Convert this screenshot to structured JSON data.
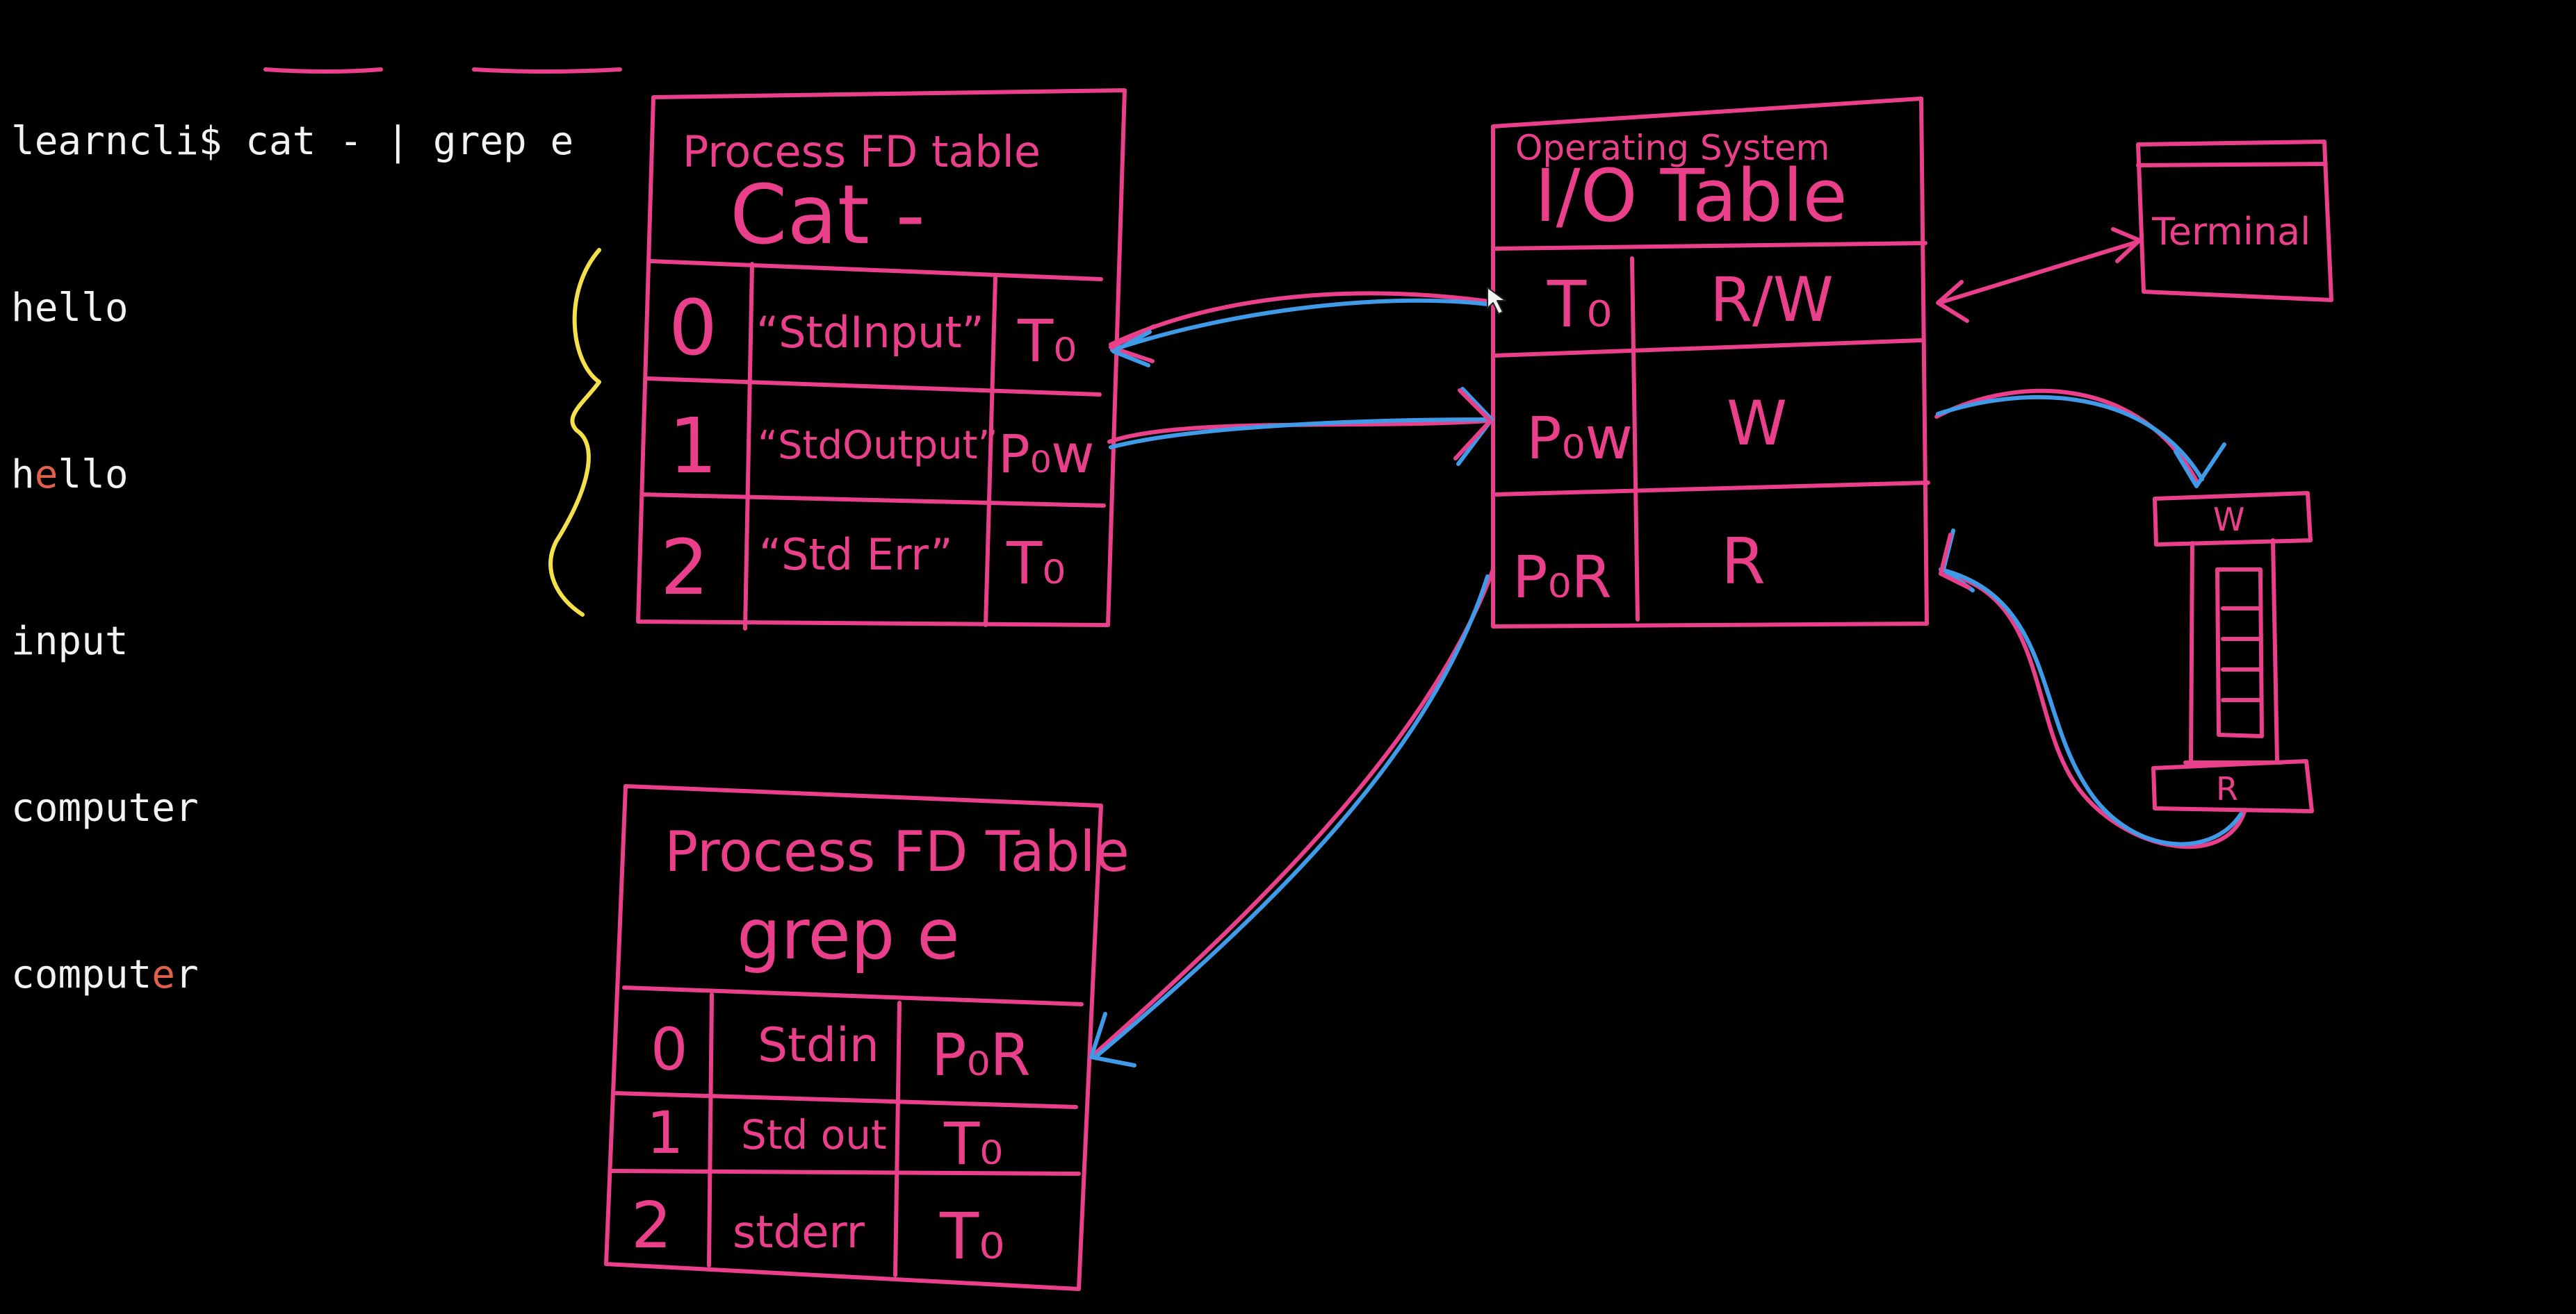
{
  "terminal": {
    "prompt": "learncli$ ",
    "command_part1": "cat -",
    "command_sep": " | ",
    "command_part2": "grep e",
    "output": [
      {
        "pre": "hello",
        "hl": "",
        "post": ""
      },
      {
        "pre": "h",
        "hl": "e",
        "post": "llo"
      },
      {
        "pre": "input",
        "hl": "",
        "post": ""
      },
      {
        "pre": "computer",
        "hl": "",
        "post": ""
      },
      {
        "pre": "comput",
        "hl": "e",
        "post": "r"
      }
    ]
  },
  "cat_table": {
    "header": "Process FD table",
    "process": "Cat -",
    "rows": [
      {
        "fd": "0",
        "name": "“StdInput”",
        "ref": "T₀"
      },
      {
        "fd": "1",
        "name": "“StdOutput”",
        "ref": "P₀w"
      },
      {
        "fd": "2",
        "name": "“Std Err”",
        "ref": "T₀"
      }
    ]
  },
  "os_table": {
    "header": "Operating System",
    "title": "I/O Table",
    "rows": [
      {
        "id": "T₀",
        "mode": "R/W"
      },
      {
        "id": "P₀w",
        "mode": "W"
      },
      {
        "id": "P₀R",
        "mode": "R"
      }
    ]
  },
  "terminal_box": {
    "label": "Terminal"
  },
  "pipe": {
    "write_label": "W",
    "read_label": "R"
  },
  "grep_table": {
    "header": "Process FD Table",
    "process": "grep e",
    "rows": [
      {
        "fd": "0",
        "name": "Stdin",
        "ref": "P₀R"
      },
      {
        "fd": "1",
        "name": "Std out",
        "ref": "T₀"
      },
      {
        "fd": "2",
        "name": "stderr",
        "ref": "T₀"
      }
    ]
  },
  "colors": {
    "background": "#000000",
    "ink_pink": "#ea3f8a",
    "ink_blue": "#3f9be8",
    "ink_yellow": "#f4e04a",
    "terminal_text": "#f2f2f2",
    "match_highlight": "#e0604c"
  }
}
